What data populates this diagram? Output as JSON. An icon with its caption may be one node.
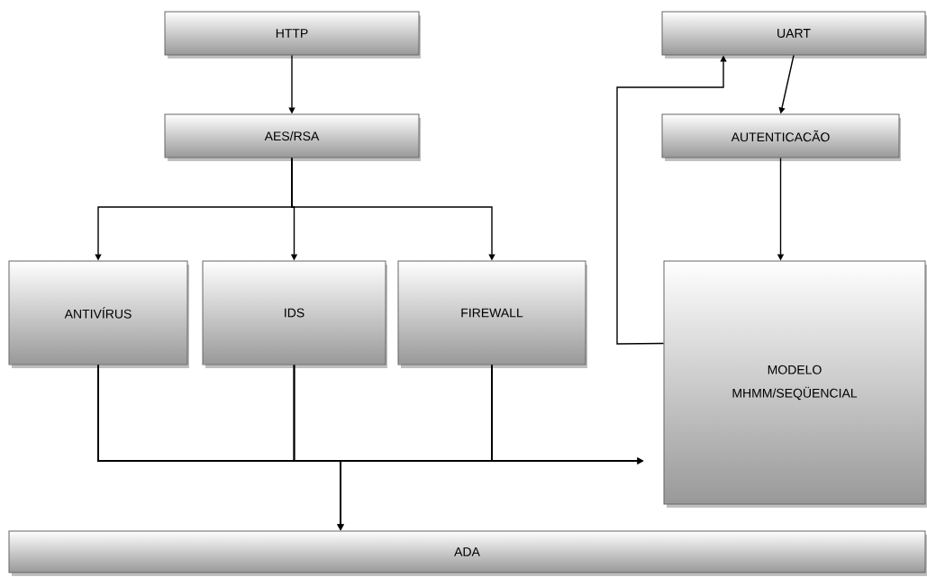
{
  "diagram": {
    "nodes": [
      {
        "text": [
          "HTTP"
        ]
      },
      {
        "text": [
          "AES/RSA"
        ]
      },
      {
        "text": [
          "ANTIVÍRUS"
        ]
      },
      {
        "text": [
          "IDS"
        ]
      },
      {
        "text": [
          "FIREWALL"
        ]
      },
      {
        "text": [
          "UART"
        ]
      },
      {
        "text": [
          "AUTENTICACÃO"
        ]
      },
      {
        "text": [
          "MODELO MHMM/SEQÜENCIAL"
        ]
      },
      {
        "text": [
          "ADA"
        ]
      }
    ],
    "edges": [
      {
        "from": 0,
        "to": 1,
        "arrow": "to"
      },
      {
        "from": 1,
        "to": 2,
        "arrow": "to"
      },
      {
        "from": 1,
        "to": 3,
        "arrow": "to"
      },
      {
        "from": 1,
        "to": 4,
        "arrow": "to"
      },
      {
        "from": 5,
        "to": 6,
        "arrow": "to"
      },
      {
        "from": 6,
        "to": 7,
        "arrow": "to"
      },
      {
        "from": 7,
        "to": 5,
        "arrow": "to"
      },
      {
        "from": 2,
        "to": 7,
        "arrow": "to"
      },
      {
        "from": 3,
        "to": 7,
        "arrow": "to"
      },
      {
        "from": 4,
        "to": 7,
        "arrow": "to"
      },
      {
        "from": 2,
        "to": 8,
        "arrow": "to"
      },
      {
        "from": 3,
        "to": 8,
        "arrow": "to"
      },
      {
        "from": 4,
        "to": 8,
        "arrow": "to"
      }
    ]
  }
}
